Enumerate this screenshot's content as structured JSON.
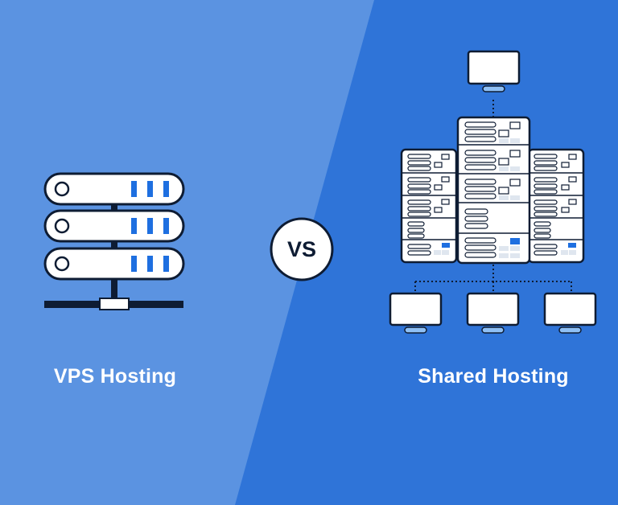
{
  "left": {
    "title": "VPS Hosting"
  },
  "right": {
    "title": "Shared Hosting"
  },
  "vs": "VS",
  "colors": {
    "left_bg": "#5b93e1",
    "right_bg": "#2f74d8",
    "outline": "#0e1c33",
    "accent": "#1e6fe0",
    "screen_stand": "#8fc0f5",
    "white": "#ffffff"
  },
  "icons": {
    "vps": "single-server-rack-icon",
    "shared": "shared-server-cluster-icon",
    "clients": "client-monitor-icon"
  }
}
